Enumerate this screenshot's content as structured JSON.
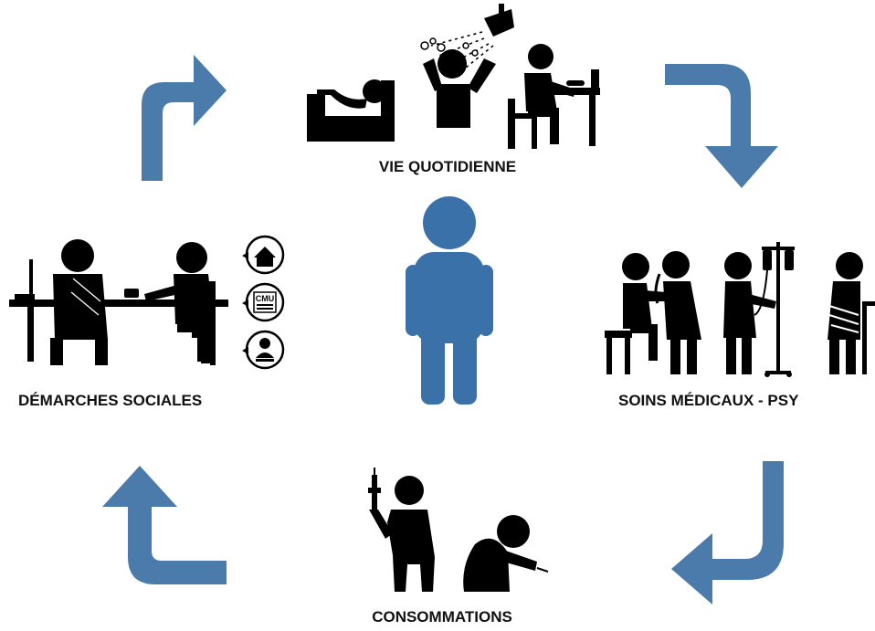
{
  "diagram": {
    "center": {
      "icon": "person-icon"
    },
    "nodes": [
      {
        "id": "top",
        "label": "VIE QUOTIDIENNE",
        "icons": [
          "bed-icon",
          "shower-icon",
          "eating-person-icon"
        ]
      },
      {
        "id": "right",
        "label": "SOINS MÉDICAUX - PSY",
        "icons": [
          "stethoscope-exam-icon",
          "iv-drip-icon",
          "bandaged-patient-icon"
        ]
      },
      {
        "id": "bottom",
        "label": "CONSOMMATIONS",
        "icons": [
          "syringe-person-icon",
          "slumped-person-icon"
        ]
      },
      {
        "id": "left",
        "label": "DÉMARCHES SOCIALES",
        "icons": [
          "office-desk-icon",
          "house-bubble-icon",
          "cmu-card-bubble-icon",
          "id-card-bubble-icon"
        ],
        "bubble_text": "CMU"
      }
    ],
    "cycle": [
      "top",
      "right",
      "bottom",
      "left"
    ],
    "colors": {
      "arrow": "#4a7bab",
      "person": "#3a71a8",
      "pictogram": "#000000"
    }
  }
}
